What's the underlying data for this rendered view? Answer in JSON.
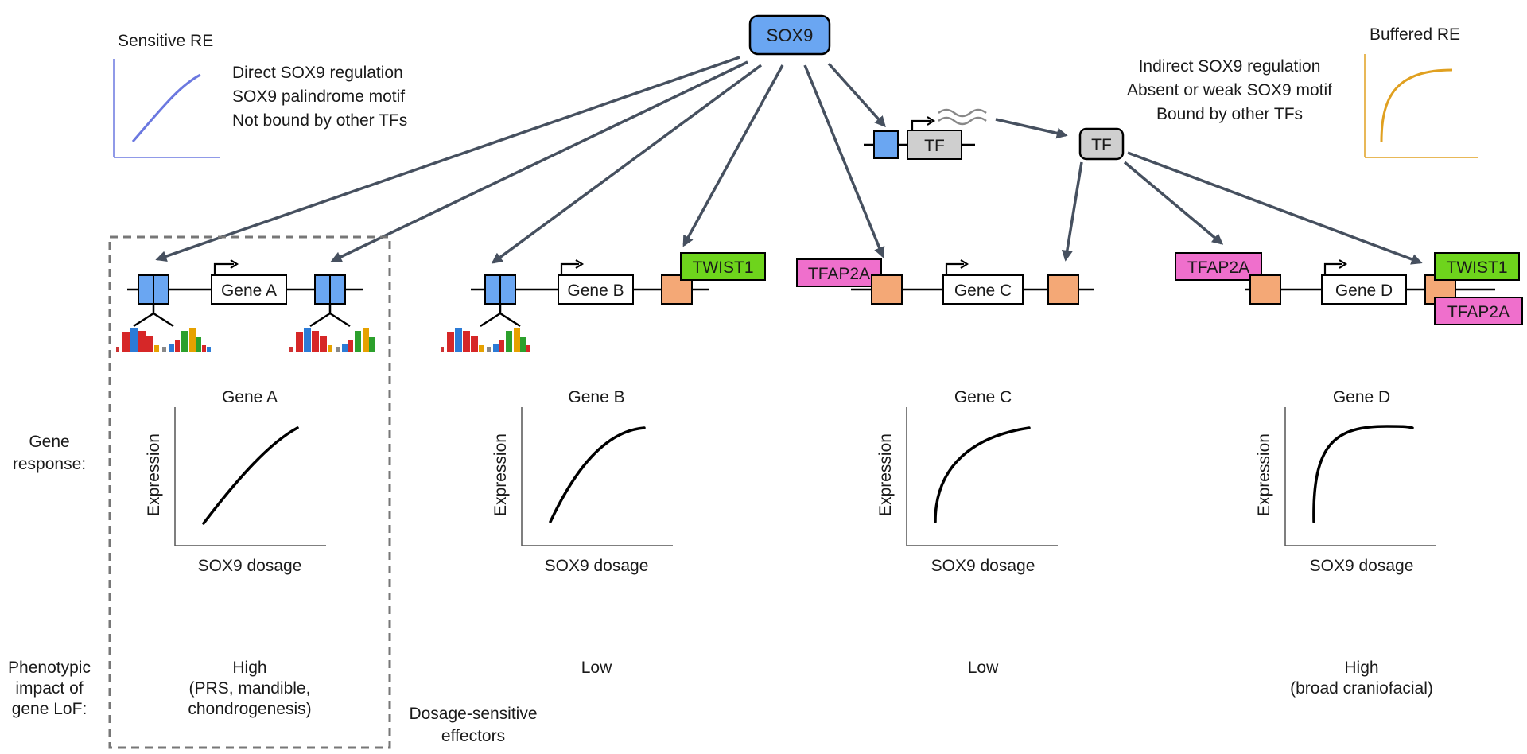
{
  "sox9": "SOX9",
  "tf": "TF",
  "tf_small": "TF",
  "sensitive_re": {
    "title": "Sensitive RE",
    "lines": [
      "Direct SOX9 regulation",
      "SOX9 palindrome motif",
      "Not bound by other TFs"
    ],
    "color": "#6b78e0"
  },
  "buffered_re": {
    "title": "Buffered RE",
    "lines": [
      "Indirect SOX9 regulation",
      "Absent or weak SOX9 motif",
      "Bound by other TFs"
    ],
    "color": "#e0a020"
  },
  "genes": [
    {
      "name": "Gene A",
      "title": "Gene A",
      "impact": [
        "High",
        "(PRS, mandible,",
        "chondrogenesis)"
      ]
    },
    {
      "name": "Gene B",
      "title": "Gene B",
      "impact": [
        "Low"
      ]
    },
    {
      "name": "Gene C",
      "title": "Gene C",
      "impact": [
        "Low"
      ]
    },
    {
      "name": "Gene D",
      "title": "Gene D",
      "impact": [
        "High",
        "(broad craniofacial)"
      ]
    }
  ],
  "plot": {
    "xlabel": "SOX9 dosage",
    "ylabel": "Expression"
  },
  "row_labels": {
    "gene_response": [
      "Gene",
      "response:"
    ],
    "phenotypic": [
      "Phenotypic",
      "impact of",
      "gene LoF:"
    ]
  },
  "dosage_sensitive": [
    "Dosage-sensitive",
    "effectors"
  ],
  "factors": {
    "twist1": "TWIST1",
    "tfap2a": "TFAP2A"
  },
  "colors": {
    "sox9_blue": "#6aa6f2",
    "enhancer_orange": "#f4a876",
    "twist1_green": "#6ed41c",
    "tfap2a_pink": "#ef6fcc",
    "tf_grey": "#cfcfcf",
    "arrow": "#46505f"
  }
}
